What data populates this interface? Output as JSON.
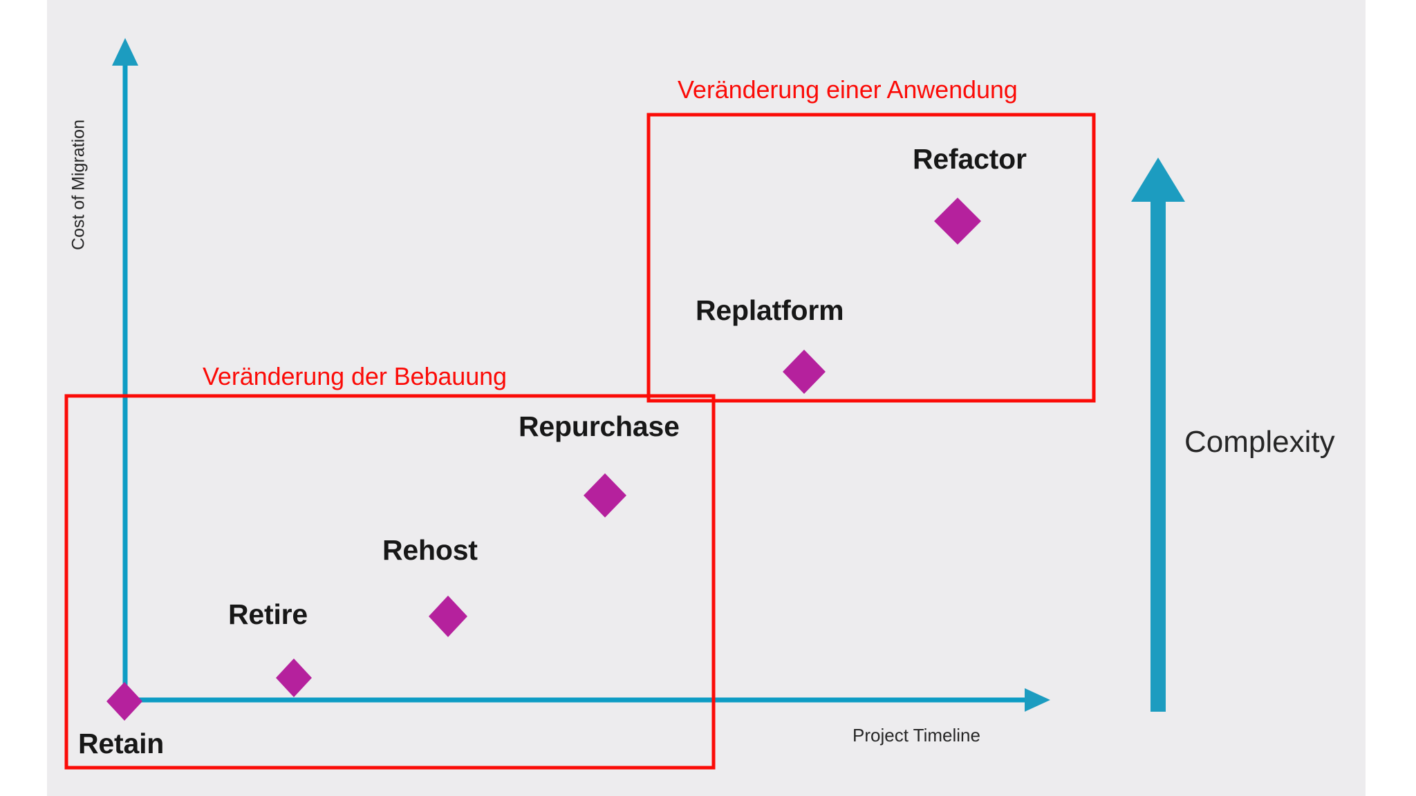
{
  "canvas": {
    "background_color": "#edecee",
    "page_background_color": "#ffffff"
  },
  "axes": {
    "y_label": "Cost of Migration",
    "x_label": "Project Timeline",
    "axis_color": "#0d9cc4"
  },
  "side_axis": {
    "label": "Complexity",
    "arrow_color": "#1c9cc0",
    "direction": "up"
  },
  "zones": [
    {
      "id": "zone-anwendung",
      "label": "Veränderung einer Anwendung",
      "border_color": "#fb0b07"
    },
    {
      "id": "zone-bebauung",
      "label": "Veränderung der Bebauung",
      "border_color": "#fb0b07"
    }
  ],
  "markers": {
    "color": "#b5219d",
    "items": [
      {
        "label": "Retain",
        "zone": "zone-bebauung"
      },
      {
        "label": "Retire",
        "zone": "zone-bebauung"
      },
      {
        "label": "Rehost",
        "zone": "zone-bebauung"
      },
      {
        "label": "Repurchase",
        "zone": "zone-bebauung"
      },
      {
        "label": "Replatform",
        "zone": "zone-anwendung"
      },
      {
        "label": "Refactor",
        "zone": "zone-anwendung"
      }
    ]
  },
  "chart_data": {
    "type": "scatter",
    "title": "",
    "xlabel": "Project Timeline",
    "ylabel": "Cost of Migration",
    "xlim": [
      0,
      10
    ],
    "ylim": [
      0,
      10
    ],
    "grid": false,
    "legend": "none",
    "marker_shape": "diamond",
    "marker_color": "#b5219d",
    "points": [
      {
        "label": "Retain",
        "x": 0.0,
        "y": 0.0
      },
      {
        "label": "Retire",
        "x": 1.2,
        "y": 0.75
      },
      {
        "label": "Rehost",
        "x": 2.5,
        "y": 1.6
      },
      {
        "label": "Repurchase",
        "x": 3.9,
        "y": 2.9
      },
      {
        "label": "Replatform",
        "x": 5.7,
        "y": 4.9
      },
      {
        "label": "Refactor",
        "x": 7.5,
        "y": 6.9
      }
    ],
    "annotations": [
      {
        "text": "Veränderung der Bebauung",
        "color": "#fb0b07"
      },
      {
        "text": "Veränderung einer Anwendung",
        "color": "#fb0b07"
      },
      {
        "text": "Complexity",
        "color": "#262626"
      }
    ]
  }
}
